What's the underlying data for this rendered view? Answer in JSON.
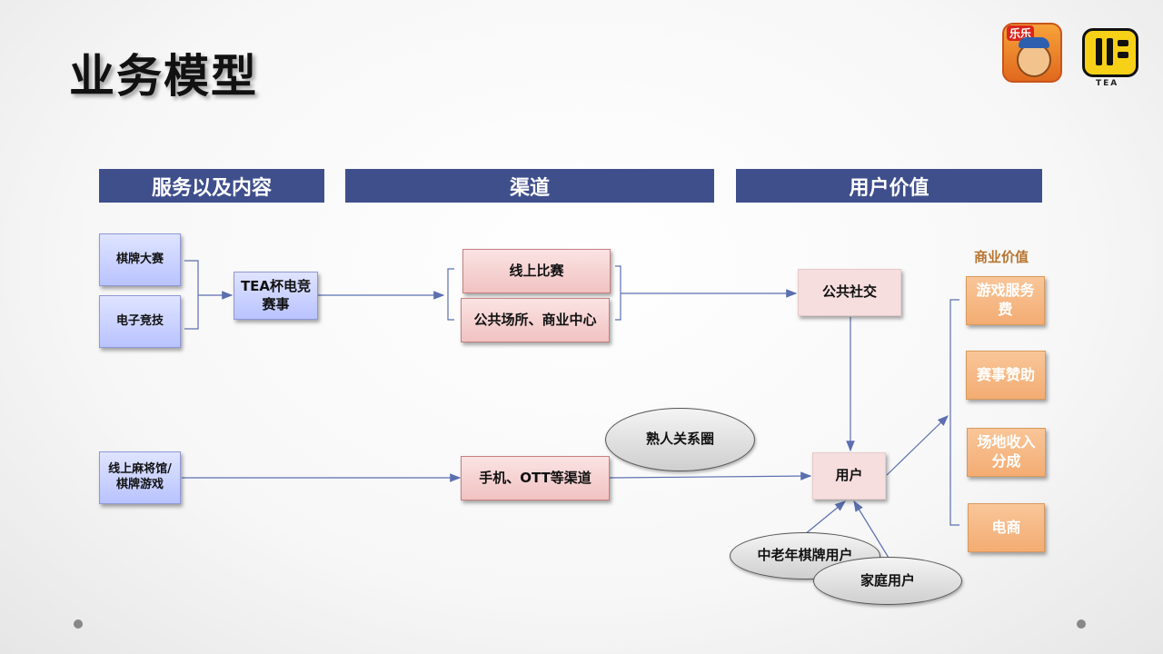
{
  "slide": {
    "title": "业务模型",
    "headers": {
      "services": "服务以及内容",
      "channels": "渠道",
      "user_value": "用户价值"
    },
    "services": {
      "chess_contest": "棋牌大赛",
      "esports": "电子竞技",
      "tea_cup": "TEA杯电竞赛事",
      "online_mahjong": "线上麻将馆/棋牌游戏"
    },
    "channels": {
      "online_match": "线上比赛",
      "public_venue": "公共场所、商业中心",
      "mobile_ott": "手机、OTT等渠道",
      "acquaintance_circle": "熟人关系圈"
    },
    "users": {
      "public_social": "公共社交",
      "user": "用户",
      "elderly_players": "中老年棋牌用户",
      "family_users": "家庭用户"
    },
    "business": {
      "label": "商业价值",
      "game_service_fee": "游戏服务费",
      "sponsorship": "赛事赞助",
      "venue_revenue": "场地收入分成",
      "ecommerce": "电商"
    },
    "logos": {
      "lele_text": "乐乐",
      "tea_text": "TEA"
    },
    "colors": {
      "header": "#3f4f8c",
      "arrow": "#5b6fb0",
      "biz_label": "#b7742f"
    }
  }
}
